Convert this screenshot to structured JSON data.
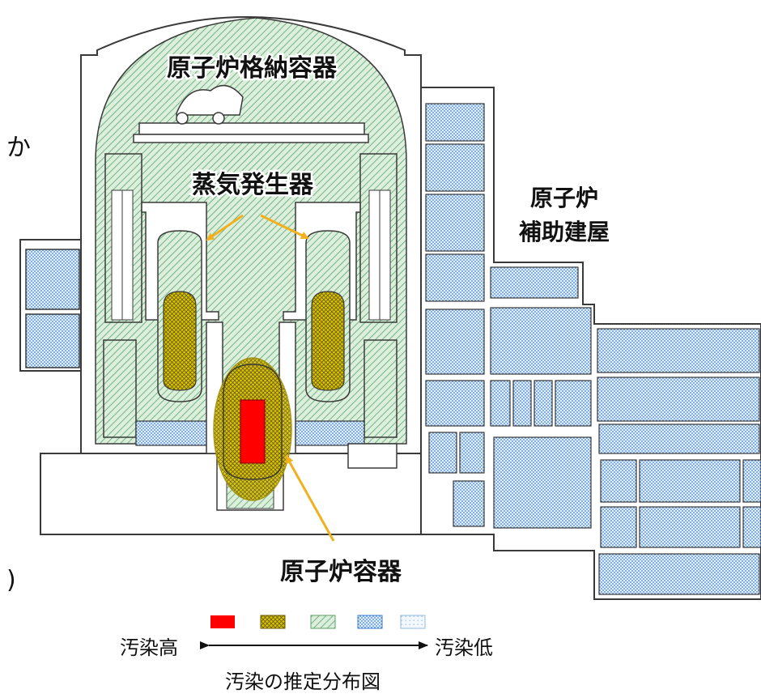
{
  "labels": {
    "containment_vessel": "原子炉格納容器",
    "steam_generator": "蒸気発生器",
    "aux_building_line1": "原子炉",
    "aux_building_line2": "補助建屋",
    "reactor_vessel": "原子炉容器",
    "left_fragment_top": "か",
    "left_fragment_bottom": ")"
  },
  "legend": {
    "high_label": "汚染高",
    "low_label": "汚染低",
    "caption": "汚染の推定分布図",
    "levels": [
      {
        "rank": 1,
        "color": "#ff0000",
        "fill": "solid"
      },
      {
        "rank": 2,
        "color": "#c8b400",
        "fill": "hatched"
      },
      {
        "rank": 3,
        "color": "#7cc08a",
        "fill": "hatched"
      },
      {
        "rank": 4,
        "color": "#3f7fd0",
        "fill": "dotted"
      },
      {
        "rank": 5,
        "color": "#9ec5ea",
        "fill": "dotted"
      }
    ]
  },
  "colors": {
    "outline": "#3a3a3a",
    "arrow": "#f2b01e",
    "core": "#ff0000"
  }
}
